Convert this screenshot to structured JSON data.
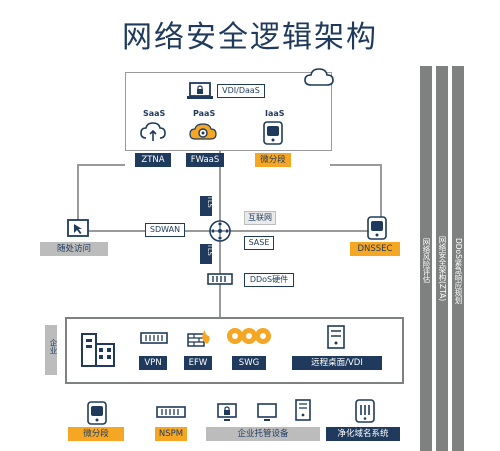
{
  "title": "网络安全逻辑架构",
  "cloud": {
    "vdi_label": "VDI/DaaS",
    "saas": "SaaS",
    "paas": "PaaS",
    "iaas": "IaaS",
    "ztna": "ZTNA",
    "fwaas": "FWaaS",
    "microseg": "微分段"
  },
  "middle": {
    "remote_access": "随处访问",
    "sdwan": "SDWAN",
    "tls_top": "TLS",
    "tls_bottom": "TLS",
    "internet": "互联网",
    "sase": "SASE",
    "dnssec": "DNSSEC",
    "ddos_hw": "DDoS硬件"
  },
  "enterprise": {
    "label": "企业",
    "vpn": "VPN",
    "efw": "EFW",
    "swg": "SWG",
    "remote_desktop": "远程桌面/VDI"
  },
  "bottom": {
    "microseg": "微分段",
    "nspm": "NSPM",
    "hosting": "企业托管设备",
    "dns_system": "净化域名系统"
  },
  "side_bars": [
    "网络风险评估",
    "网络安全架构(ZTA)",
    "DDoS紧急响应规划"
  ],
  "colors": {
    "navy": "#1f3a5c",
    "orange": "#f5a623",
    "gray": "#bcbcbc",
    "bar": "#7f8080"
  }
}
